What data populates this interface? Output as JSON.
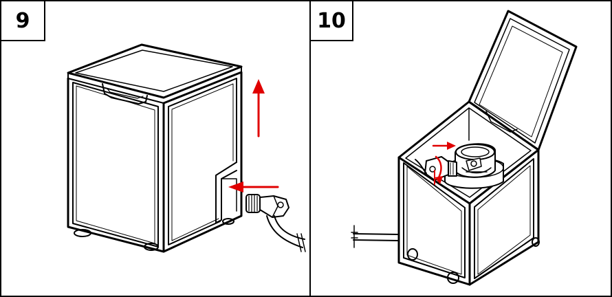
{
  "steps": [
    {
      "number": "9",
      "illustration": "cabinet-closed-with-hose-connection"
    },
    {
      "number": "10",
      "illustration": "cabinet-open-with-gas-cylinder"
    }
  ],
  "colors": {
    "line": "#000000",
    "arrow": "#e00000",
    "background": "#ffffff"
  }
}
